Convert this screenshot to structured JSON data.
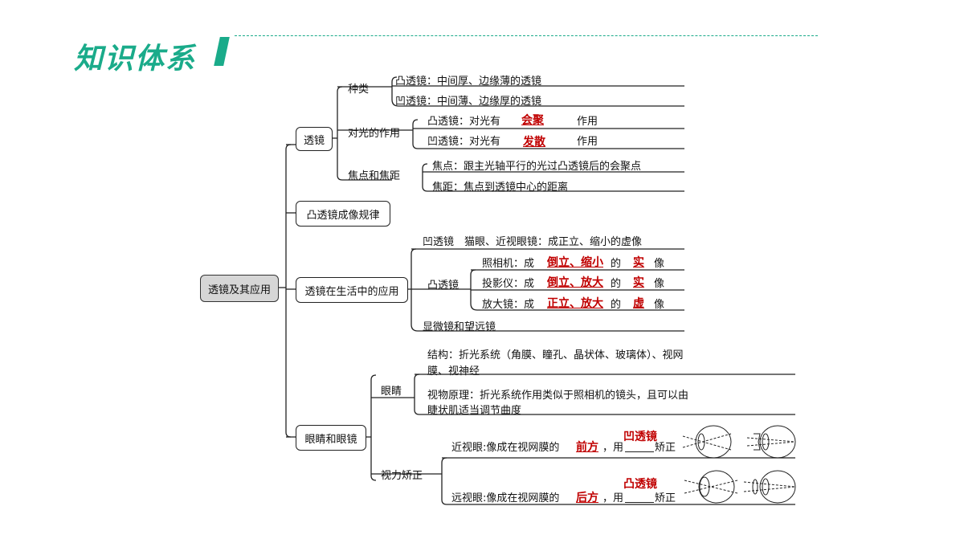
{
  "header": {
    "title": "知识体系"
  },
  "root": "透镜及其应用",
  "nodes": {
    "lens": "透镜",
    "imaging": "凸透镜成像规律",
    "life": "透镜在生活中的应用",
    "eye": "眼睛和眼镜"
  },
  "lens": {
    "kinds": "种类",
    "convex": "凸透镜：中间厚、边缘薄的透镜",
    "concave": "凹透镜：中间薄、边缘厚的透镜",
    "light_effect": "对光的作用",
    "convex_effect_pre": "凸透镜：对光有",
    "convex_effect_ans": "会聚",
    "convex_effect_post": "作用",
    "concave_effect_pre": "凹透镜：对光有",
    "concave_effect_ans": "发散",
    "concave_effect_post": "作用",
    "focus_group": "焦点和焦距",
    "focus": "焦点：跟主光轴平行的光过凸透镜后的会聚点",
    "focal_length": "焦距：焦点到透镜中心的距离"
  },
  "life": {
    "concave": "凹透镜　猫眼、近视眼镜：成正立、缩小的虚像",
    "convex": "凸透镜",
    "camera_pre": "照相机：成",
    "camera_ans1": "倒立、缩小",
    "camera_mid": "的",
    "camera_ans2": "实",
    "camera_post": "像",
    "projector_pre": "投影仪：成",
    "projector_ans1": "倒立、放大",
    "projector_mid": "的",
    "projector_ans2": "实",
    "projector_post": "像",
    "magnifier_pre": "放大镜：成",
    "magnifier_ans1": "正立、放大",
    "magnifier_mid": "的",
    "magnifier_ans2": "虚",
    "magnifier_post": "像",
    "microscope": "显微镜和望远镜"
  },
  "eye": {
    "eyes": "眼睛",
    "structure_l1": "结构：折光系统（角膜、瞳孔、晶状体、玻璃体）、视网",
    "structure_l2": "膜、视神经",
    "principle_l1": "视物原理：折光系统作用类似于照相机的镜头，且可以由",
    "principle_l2": "睫状肌适当调节曲度",
    "correction": "视力矫正",
    "myopia_pre": "近视眼:像成在视网膜的",
    "myopia_ans1": "前方",
    "myopia_mid": "，用",
    "myopia_ans2": "凹透镜",
    "myopia_post": "矫正",
    "hyperopia_pre": "远视眼:像成在视网膜的",
    "hyperopia_ans1": "后方",
    "hyperopia_mid": "，用",
    "hyperopia_ans2": "凸透镜",
    "hyperopia_post": "矫正"
  },
  "colors": {
    "accent": "#1aab8a",
    "answer": "#c00000",
    "root_fill": "#d6d6d6"
  }
}
